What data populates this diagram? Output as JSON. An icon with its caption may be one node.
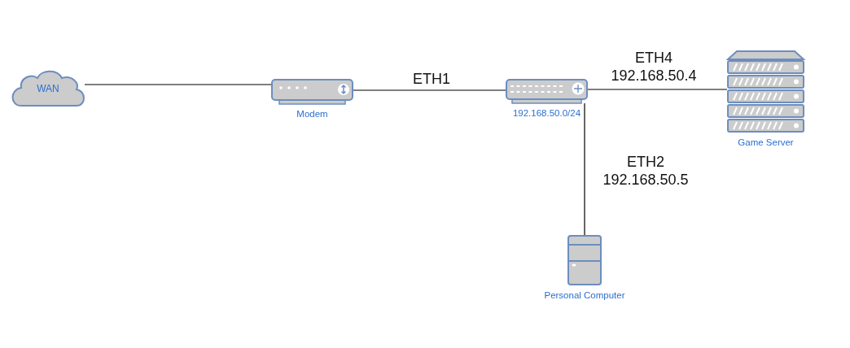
{
  "diagram": {
    "nodes": [
      {
        "text": [
          "WAN"
        ]
      },
      {
        "text": [
          "Modem"
        ]
      },
      {
        "text": [
          "192.168.50.0/24"
        ]
      },
      {
        "text": [
          "Game Server"
        ]
      },
      {
        "text": [
          "Personal Computer"
        ]
      }
    ],
    "edges": [
      {
        "from": 0,
        "to": 1,
        "arrow": "none"
      },
      {
        "from": 1,
        "to": 2,
        "arrow": "none",
        "label": "ETH1"
      },
      {
        "from": 2,
        "to": 3,
        "arrow": "none",
        "label": "ETH4 192.168.50.4"
      },
      {
        "from": 2,
        "to": 4,
        "arrow": "none",
        "label": "ETH2 192.168.50.5"
      }
    ]
  }
}
